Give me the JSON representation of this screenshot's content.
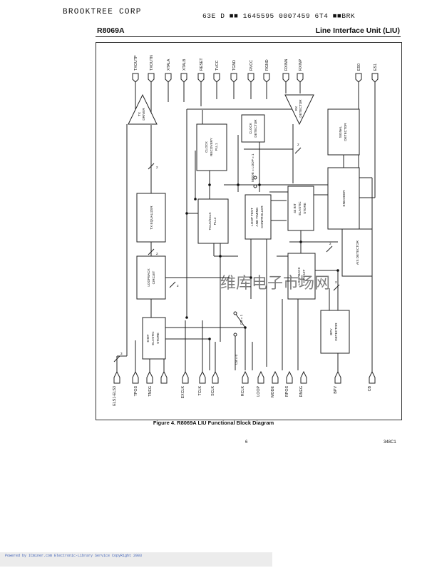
{
  "header": {
    "company": "BROOKTREE CORP",
    "scan_code": "63E D ■■ 1645595 0007459 6T4 ■■BRK",
    "doc_id": "R8069A",
    "title": "Line Interface Unit (LIU)"
  },
  "diagram": {
    "pins_top": [
      "TXOUTP",
      "TXOUTN",
      "XTALA",
      "XTALB",
      "RESET",
      "TVCC",
      "TGND",
      "RVCC",
      "RGND",
      "RXINN",
      "RXINP",
      "ES0",
      "ES1"
    ],
    "pins_bottom": [
      "ELS1-ELS3",
      "TPOS",
      "TNEG",
      "EXCLK",
      "TCLK",
      "SCLK",
      "RCLK",
      "LOOP",
      "MODE",
      "RPOS",
      "RNEG",
      "BPV",
      "CB"
    ],
    "blocks": {
      "tx_driver": [
        "TX",
        "DRIVER"
      ],
      "rx_detector": [
        "RX",
        "DETECTOR"
      ],
      "clock_recovery": [
        "CLOCK",
        "RECOVERY",
        "PLL1"
      ],
      "clock_detector": [
        "CLOCK",
        "DETECTOR"
      ],
      "signal_detector": [
        "SIGNAL",
        "DETECTOR"
      ],
      "tx_equalizer": [
        "TX EQUALIZER"
      ],
      "tclk_sclk_pll": [
        "TCLK/SCLK",
        "PLL2"
      ],
      "loop_test": [
        "LOOP TEST",
        "AND TIMING",
        "CONTROLLER"
      ],
      "elastic_44": [
        "44 BIT",
        "ELASTIC",
        "STORE"
      ],
      "encoder": [
        "ENCODER"
      ],
      "ais_detector": [
        "AIS DETECTOR"
      ],
      "loopback_left": [
        "LOOPBACK",
        "CIRCUIT"
      ],
      "loopback_right": [
        "LOOPBACK",
        "CIRCUIT"
      ],
      "elastic_8": [
        "8 BIT",
        "ELASTIC",
        "STORE"
      ],
      "bpv_detector": [
        "BPV",
        "DETECTOR"
      ]
    },
    "annotations": {
      "mode_loop": "MODE = LOOP = 1",
      "cb1": "CB = 1",
      "cb0": "CB = 0",
      "bus2": "2",
      "bus3": "3"
    },
    "watermark": "维库电子市场网"
  },
  "caption": "Figure 4. R8069A LIU Functional Block Diagram",
  "page_number": "6",
  "ref_number": "348C1",
  "footer": "Powered by ICminer.com Electronic-Library Service CopyRight 2003"
}
